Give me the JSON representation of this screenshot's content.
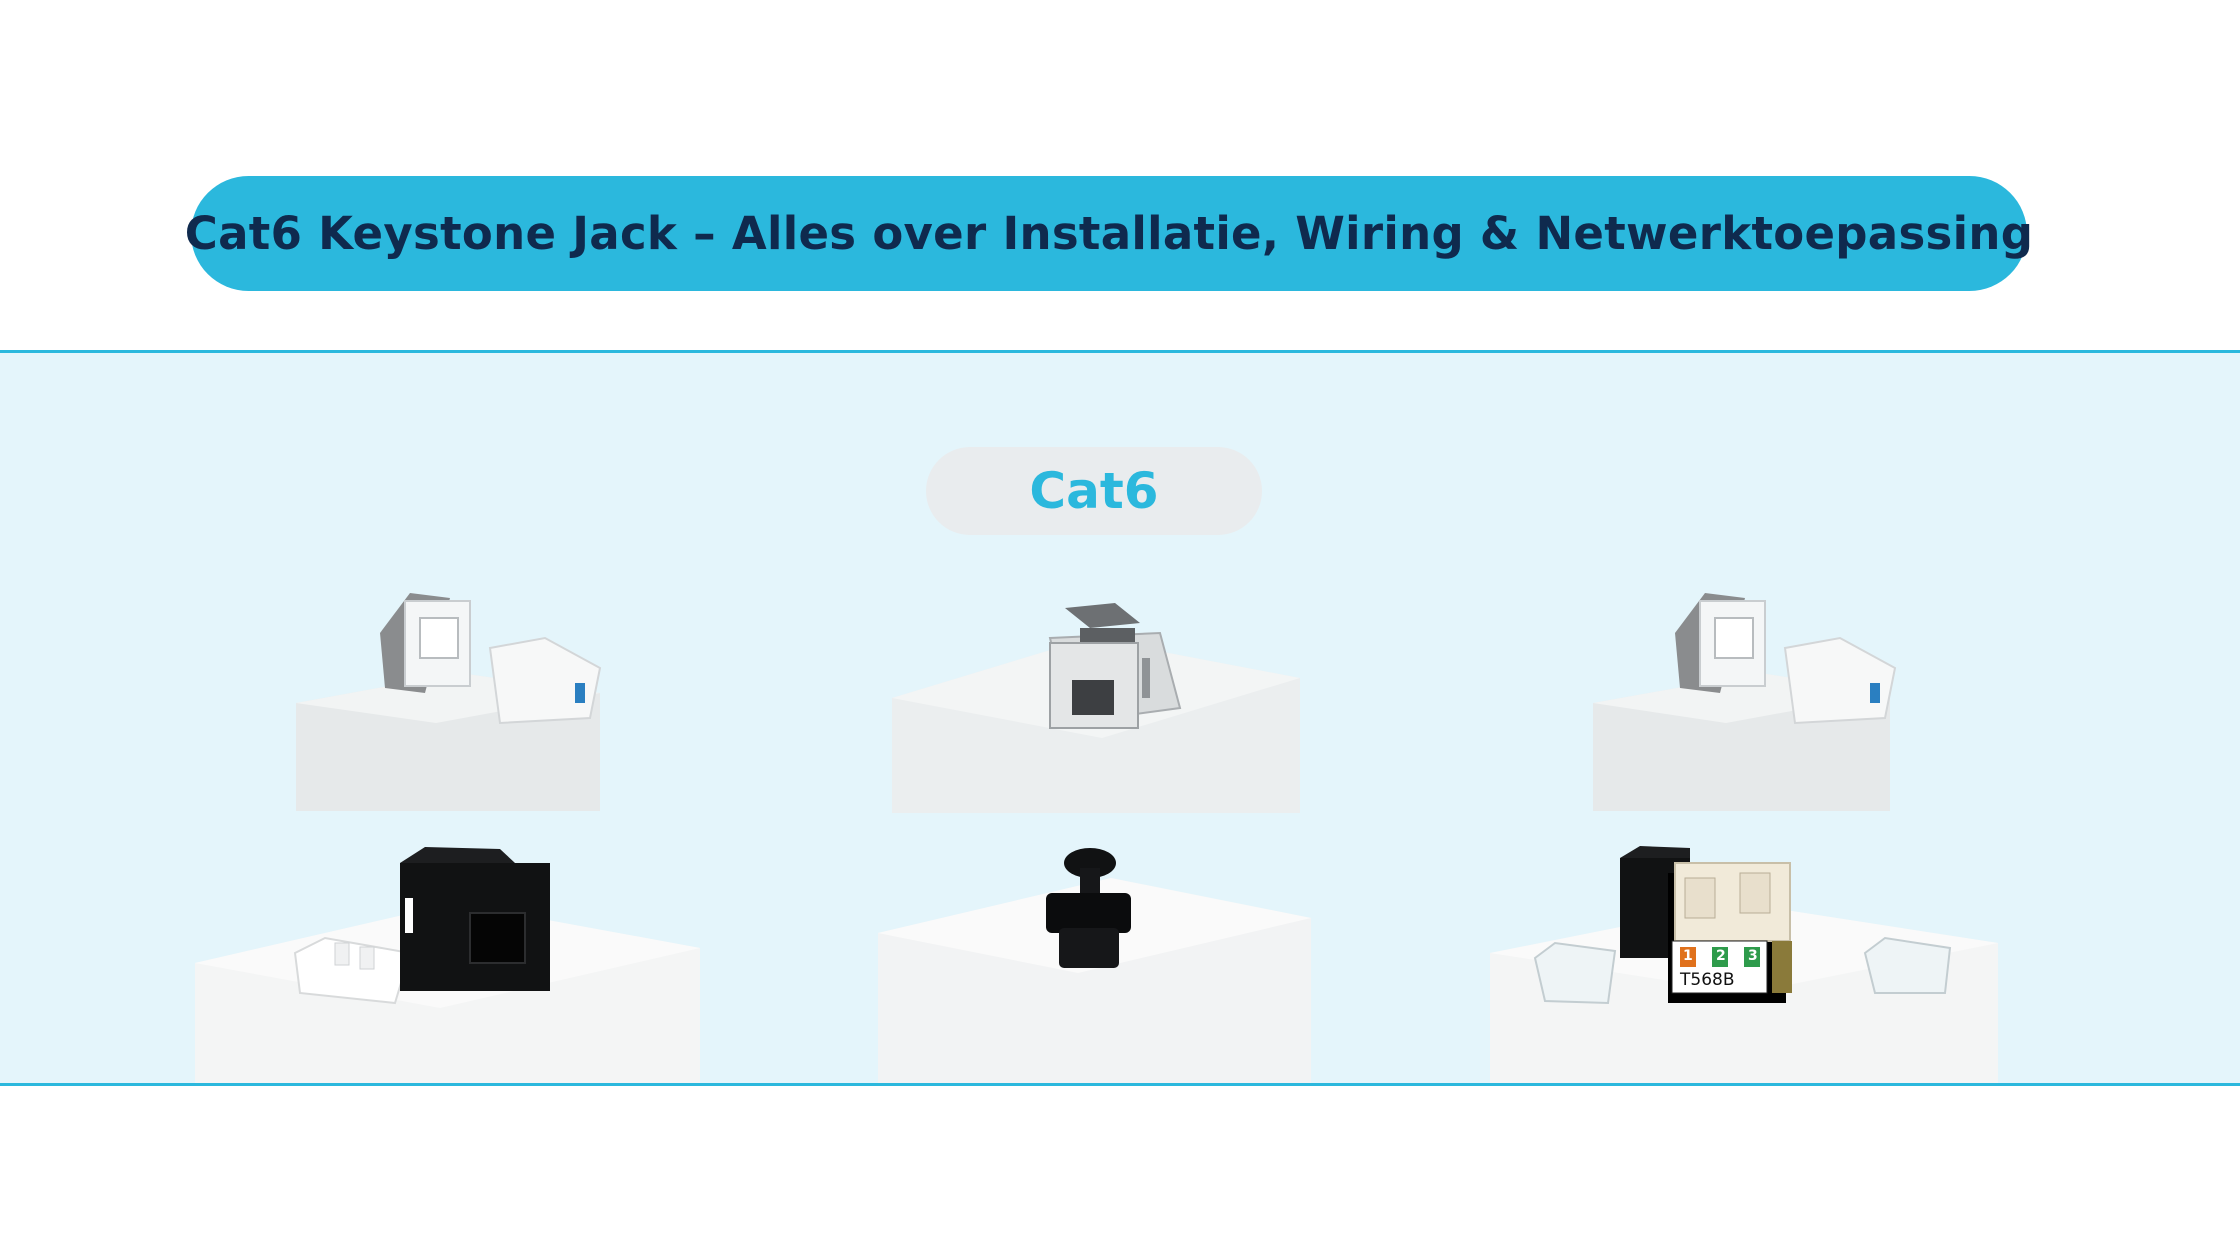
{
  "header": {
    "title": "Cat6 Keystone Jack – Alles over Installatie, Wiring & Netwerktoepassing"
  },
  "category": {
    "label": "Cat6"
  },
  "products": {
    "label_t568b": "T568B",
    "pair_numbers": [
      "1",
      "2",
      "3"
    ]
  }
}
